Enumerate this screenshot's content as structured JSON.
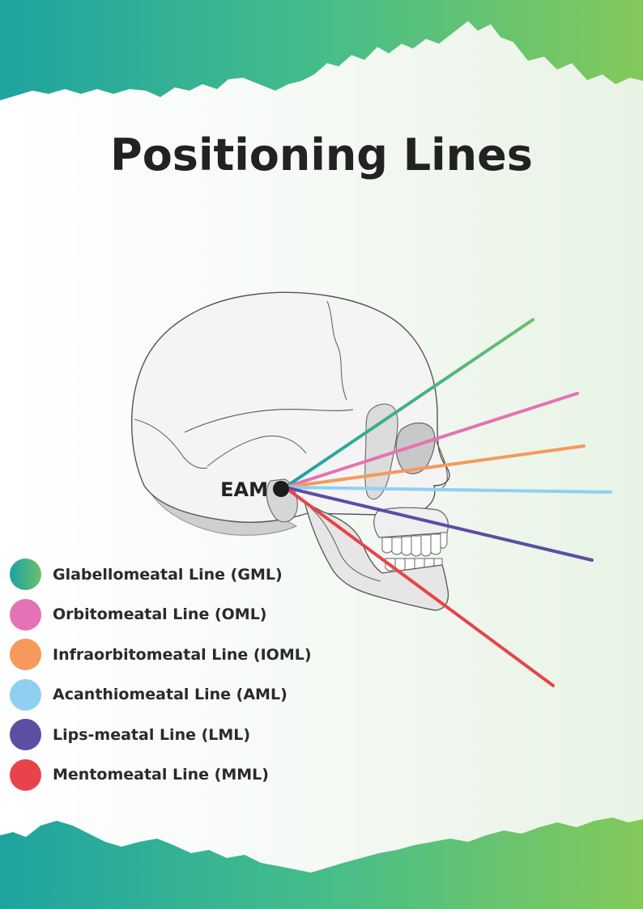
{
  "title": "Positioning Lines",
  "origin_label": "EAM",
  "colors": {
    "band_left": "#1fa3a0",
    "band_mid": "#45bd8a",
    "band_right": "#84c95a",
    "gml_left": "#1aa2a4",
    "gml_right": "#6cc06a"
  },
  "legend": [
    {
      "label": "Glabellomeatal Line (GML)",
      "color": "#3fb48c",
      "icon": "gradient-circle-icon"
    },
    {
      "label": "Orbitomeatal Line (OML)",
      "color": "#e472b4",
      "icon": "circle-icon"
    },
    {
      "label": "Infraorbitomeatal Line (IOML)",
      "color": "#f59a5c",
      "icon": "circle-icon"
    },
    {
      "label": "Acanthiomeatal Line (AML)",
      "color": "#8fd0f2",
      "icon": "circle-icon"
    },
    {
      "label": "Lips-meatal Line (LML)",
      "color": "#5b4ea3",
      "icon": "circle-icon"
    },
    {
      "label": "Mentomeatal Line (MML)",
      "color": "#e8434a",
      "icon": "circle-icon"
    }
  ]
}
